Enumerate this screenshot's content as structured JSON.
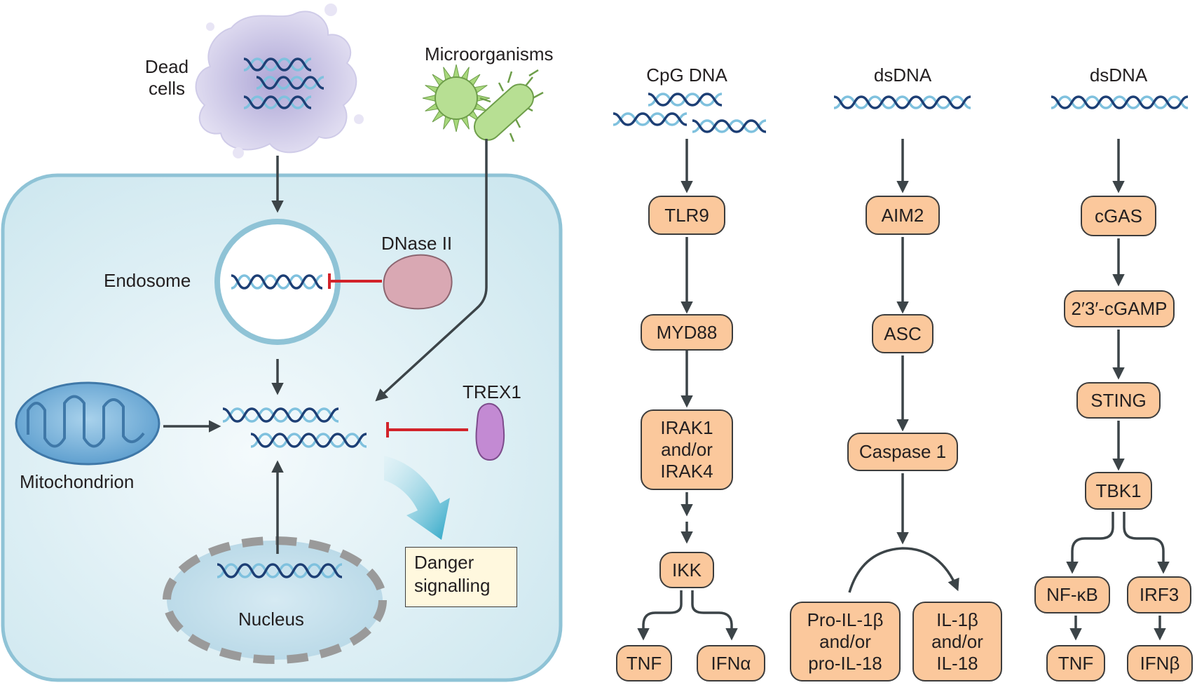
{
  "cell_panel": {
    "dead_cells": "Dead\ncells",
    "microorganisms": "Microorganisms",
    "endosome": "Endosome",
    "dnase": "DNase II",
    "trex1": "TREX1",
    "mitochondrion": "Mitochondrion",
    "nucleus": "Nucleus",
    "danger": "Danger\nsignalling"
  },
  "pathways": {
    "tlr9": {
      "ligand": "CpG DNA",
      "tlr9": "TLR9",
      "myd88": "MYD88",
      "irak": "IRAK1\nand/or\nIRAK4",
      "ikk": "IKK",
      "tnf": "TNF",
      "ifna": "IFNα"
    },
    "aim2": {
      "ligand": "dsDNA",
      "aim2": "AIM2",
      "asc": "ASC",
      "caspase": "Caspase 1",
      "pro": "Pro-IL-1β\nand/or\npro-IL-18",
      "mature": "IL-1β\nand/or\nIL-18"
    },
    "cgas": {
      "ligand": "dsDNA",
      "cgas": "cGAS",
      "cgamp": "2′3′-cGAMP",
      "sting": "STING",
      "tbk1": "TBK1",
      "nfkb": "NF-κB",
      "irf3": "IRF3",
      "tnf": "TNF",
      "ifnb": "IFNβ"
    }
  },
  "colors": {
    "cell_fill": "#d7edf3",
    "cell_border": "#8fc3d6",
    "node_fill": "#fbc89c",
    "arrow": "#3c4448",
    "inhibit": "#d2232a",
    "dna_dark": "#1d3f75",
    "dna_light": "#7fc1de",
    "danger_fill": "#fff8de",
    "dnase_fill": "#d9a8b3",
    "trex1_fill": "#c38ad3",
    "microbe_green": "#a8d87c"
  }
}
